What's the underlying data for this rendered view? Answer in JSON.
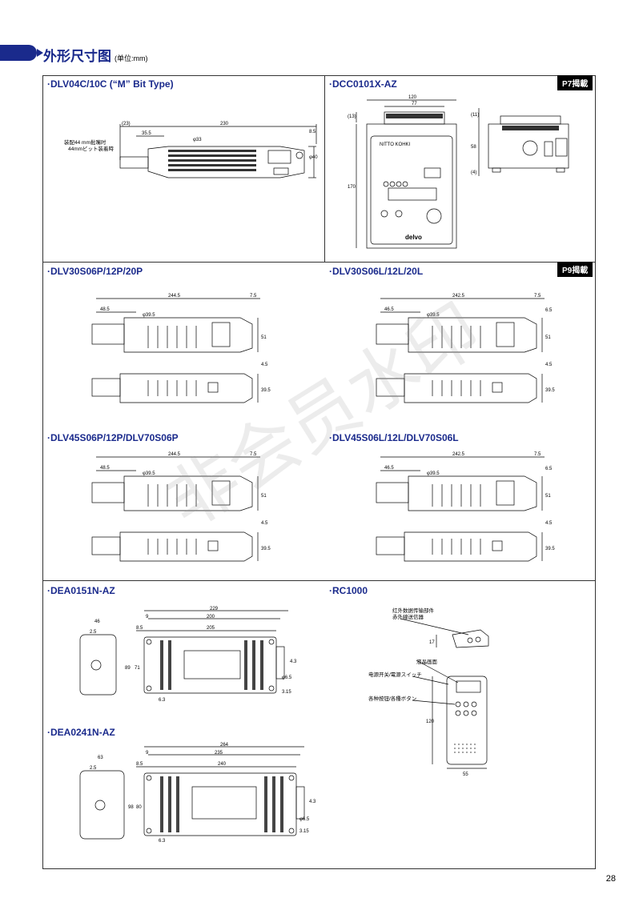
{
  "header": {
    "title": "外形尺寸图",
    "unit": "(单位:mm)"
  },
  "badges": {
    "p7": "P7揭載",
    "p9": "P9揭載"
  },
  "sections": {
    "dlv04": "·DLV04C/10C (“M” Bit Type)",
    "dcc": "·DCC0101X-AZ",
    "s30p": "·DLV30S06P/12P/20P",
    "s30l": "·DLV30S06L/12L/20L",
    "s45p": "·DLV45S06P/12P/DLV70S06P",
    "s45l": "·DLV45S06L/12L/DLV70S06L",
    "dea151": "·DEA0151N-AZ",
    "rc": "·RC1000",
    "dea241": "·DEA0241N-AZ"
  },
  "dlv04": {
    "d_total": "230",
    "d_tip": "(23)",
    "d_nose": "35.5",
    "d_h1": "8.5",
    "d_phi": "φ33",
    "d_phi2": "φ40",
    "note1": "装配44 mm批嘴时",
    "note2": "44mmビット装着時"
  },
  "dcc": {
    "d_w1": "120",
    "d_w2": "77",
    "d_h13": "(13)",
    "d_h170": "170",
    "d_h11": "(11)",
    "d_h58": "58",
    "d_h4": "(4)",
    "brand": "NITTO KOHKI",
    "logo": "delvo"
  },
  "s30p": {
    "d_len": "244.5",
    "d_nose": "48.5",
    "d_end": "7.5",
    "d_phi": "φ39.5",
    "d_h": "51",
    "d_45": "4.5",
    "d_395": "39.5"
  },
  "s30l": {
    "d_len": "242.5",
    "d_nose": "46.5",
    "d_end": "7.5",
    "d_phi": "φ39.5",
    "d_65": "6.5",
    "d_h": "51",
    "d_45": "4.5",
    "d_395": "39.5"
  },
  "s45p": {
    "d_len": "244.5",
    "d_nose": "48.5",
    "d_end": "7.5",
    "d_phi": "φ39.5",
    "d_h": "51",
    "d_45": "4.5",
    "d_395": "39.5"
  },
  "s45l": {
    "d_len": "242.5",
    "d_nose": "46.5",
    "d_end": "7.5",
    "d_phi": "φ39.5",
    "d_65": "6.5",
    "d_h": "51",
    "d_45": "4.5",
    "d_395": "39.5"
  },
  "dea151": {
    "d_46": "46",
    "d_25": "2.5",
    "d_229": "229",
    "d_9": "9",
    "d_200": "200",
    "d_85": "8.5",
    "d_205": "205",
    "d_89": "89",
    "d_71": "71",
    "d_43": "4.3",
    "d_63": "6.3",
    "d_phi": "φ6.5",
    "d_315": "3.15"
  },
  "dea241": {
    "d_63w": "63",
    "d_25": "2.5",
    "d_264": "264",
    "d_9": "9",
    "d_235": "235",
    "d_85": "8.5",
    "d_240": "240",
    "d_98": "98",
    "d_80": "80",
    "d_43": "4.3",
    "d_63": "6.3",
    "d_phi": "φ6.5",
    "d_315": "3.15"
  },
  "rc": {
    "l1": "红外数据传输部件",
    "l2": "赤外線送信器",
    "l3": "液晶画面",
    "l4": "电源开关/電源スイッチ",
    "l5": "各种按钮/各種ボタン",
    "d_17": "17",
    "d_120": "120",
    "d_55": "55"
  },
  "watermark": "非会员水印",
  "page_number": "28"
}
